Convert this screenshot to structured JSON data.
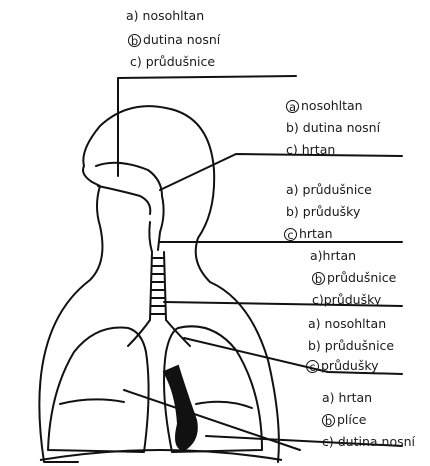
{
  "quiz": {
    "q1": {
      "a": {
        "letter": "a)",
        "text": "nosohltan"
      },
      "b": {
        "letter": "b",
        "text": "dutina nosní"
      },
      "c": {
        "letter": "c)",
        "text": "průdušnice"
      }
    },
    "q2": {
      "a": {
        "letter": "a",
        "text": "nosohltan"
      },
      "b": {
        "letter": "b)",
        "text": "dutina nosní"
      },
      "c": {
        "letter": "c)",
        "text": "hrtan"
      }
    },
    "q3": {
      "a": {
        "letter": "a)",
        "text": "průdušnice"
      },
      "b": {
        "letter": "b)",
        "text": "průdušky"
      },
      "c": {
        "letter": "c",
        "text": "hrtan"
      }
    },
    "q4": {
      "a": {
        "letter": "a)",
        "text": "hrtan"
      },
      "b": {
        "letter": "b",
        "text": "průdušnice"
      },
      "c": {
        "letter": "c)",
        "text": "průdušky"
      }
    },
    "q5": {
      "a": {
        "letter": "a)",
        "text": "nosohltan"
      },
      "b": {
        "letter": "b)",
        "text": "průdušnice"
      },
      "c": {
        "letter": "c",
        "text": "průdušky"
      }
    },
    "q6": {
      "a": {
        "letter": "a)",
        "text": "hrtan"
      },
      "b": {
        "letter": "b",
        "text": "plíce"
      },
      "c": {
        "letter": "c)",
        "text": "dutina nosní"
      }
    }
  }
}
